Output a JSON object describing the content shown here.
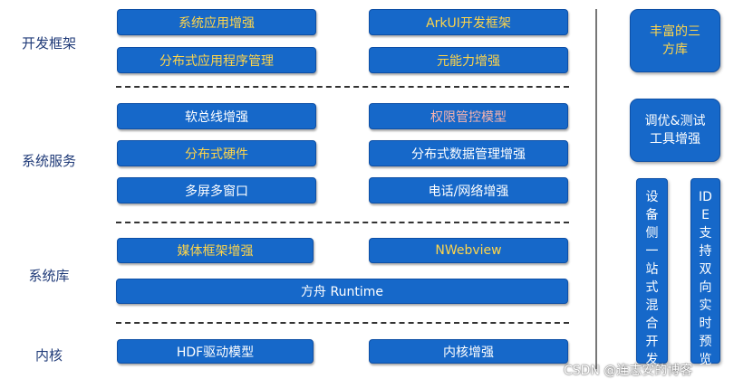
{
  "layers": [
    {
      "label": "开发框架"
    },
    {
      "label": "系统服务"
    },
    {
      "label": "系统库"
    },
    {
      "label": "内核"
    }
  ],
  "boxes": {
    "framework_1": "系统应用增强",
    "framework_2": "ArkUI开发框架",
    "framework_3": "分布式应用程序管理",
    "framework_4": "元能力增强",
    "service_1": "软总线增强",
    "service_2": "权限管控模型",
    "service_3": "分布式硬件",
    "service_4": "分布式数据管理增强",
    "service_5": "多屏多窗口",
    "service_6": "电话/网络增强",
    "library_1": "媒体框架增强",
    "library_2": "NWebview",
    "library_3": "方舟 Runtime",
    "kernel_1": "HDF驱动模型",
    "kernel_2": "内核增强"
  },
  "side": {
    "third_party": "丰富的三方库",
    "tools": "调优&测试工具增强",
    "device": "设备侧一站式混合开发",
    "ide": "IDE支持双向实时预览"
  },
  "watermark": "CSDN @连志安的博客",
  "colors": {
    "box_fill": "#1668c9",
    "text_yellow": "#ffd54a",
    "text_pink": "#f6b3ae",
    "label_text": "#1f3a78"
  }
}
